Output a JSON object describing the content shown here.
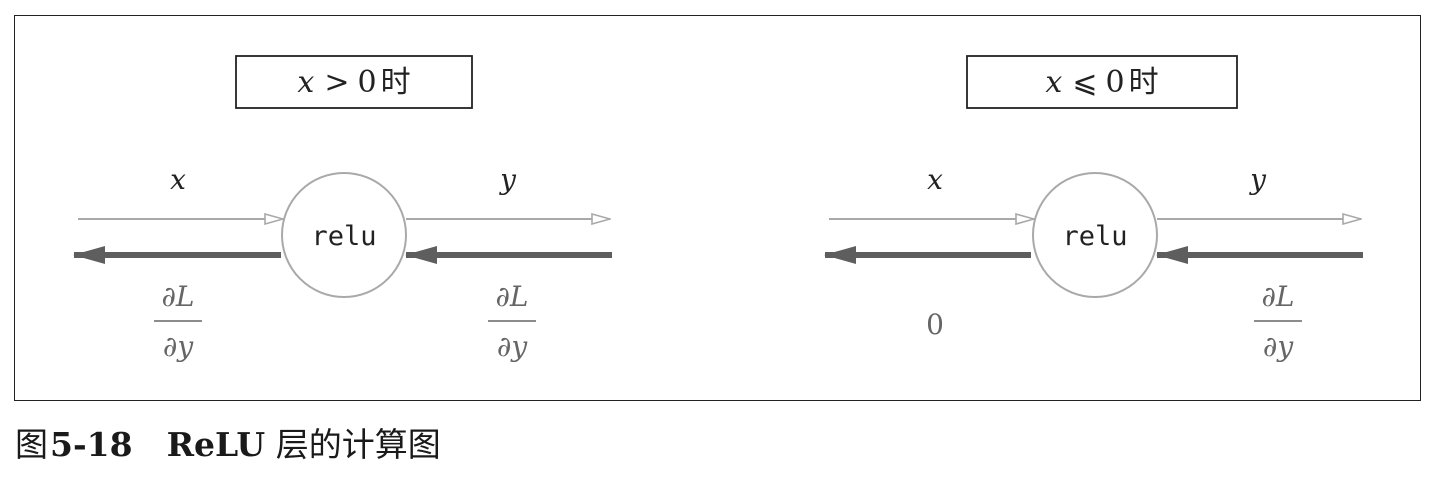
{
  "panels": [
    {
      "condition_var": "x",
      "condition_op": ">",
      "condition_val": "0",
      "condition_suffix": "时",
      "node_label": "relu",
      "forward_in": "x",
      "forward_out": "y",
      "grad_in_num": "∂L",
      "grad_in_den": "∂y",
      "grad_out_num": "∂L",
      "grad_out_den": "∂y"
    },
    {
      "condition_var": "x",
      "condition_op": "⩽",
      "condition_val": "0",
      "condition_suffix": "时",
      "node_label": "relu",
      "forward_in": "x",
      "forward_out": "y",
      "grad_out": "0",
      "grad_in_num": "∂L",
      "grad_in_den": "∂y"
    }
  ],
  "caption": {
    "figure_label": "图",
    "figure_number": "5-18",
    "title_bold": "ReLU",
    "title_rest": "层的计算图"
  },
  "colors": {
    "forward_arrow": "#a9a9a9",
    "backward_arrow": "#5e5e5e",
    "node_stroke": "#a9a9a9",
    "text": "#222222",
    "grad_text": "#666666"
  }
}
